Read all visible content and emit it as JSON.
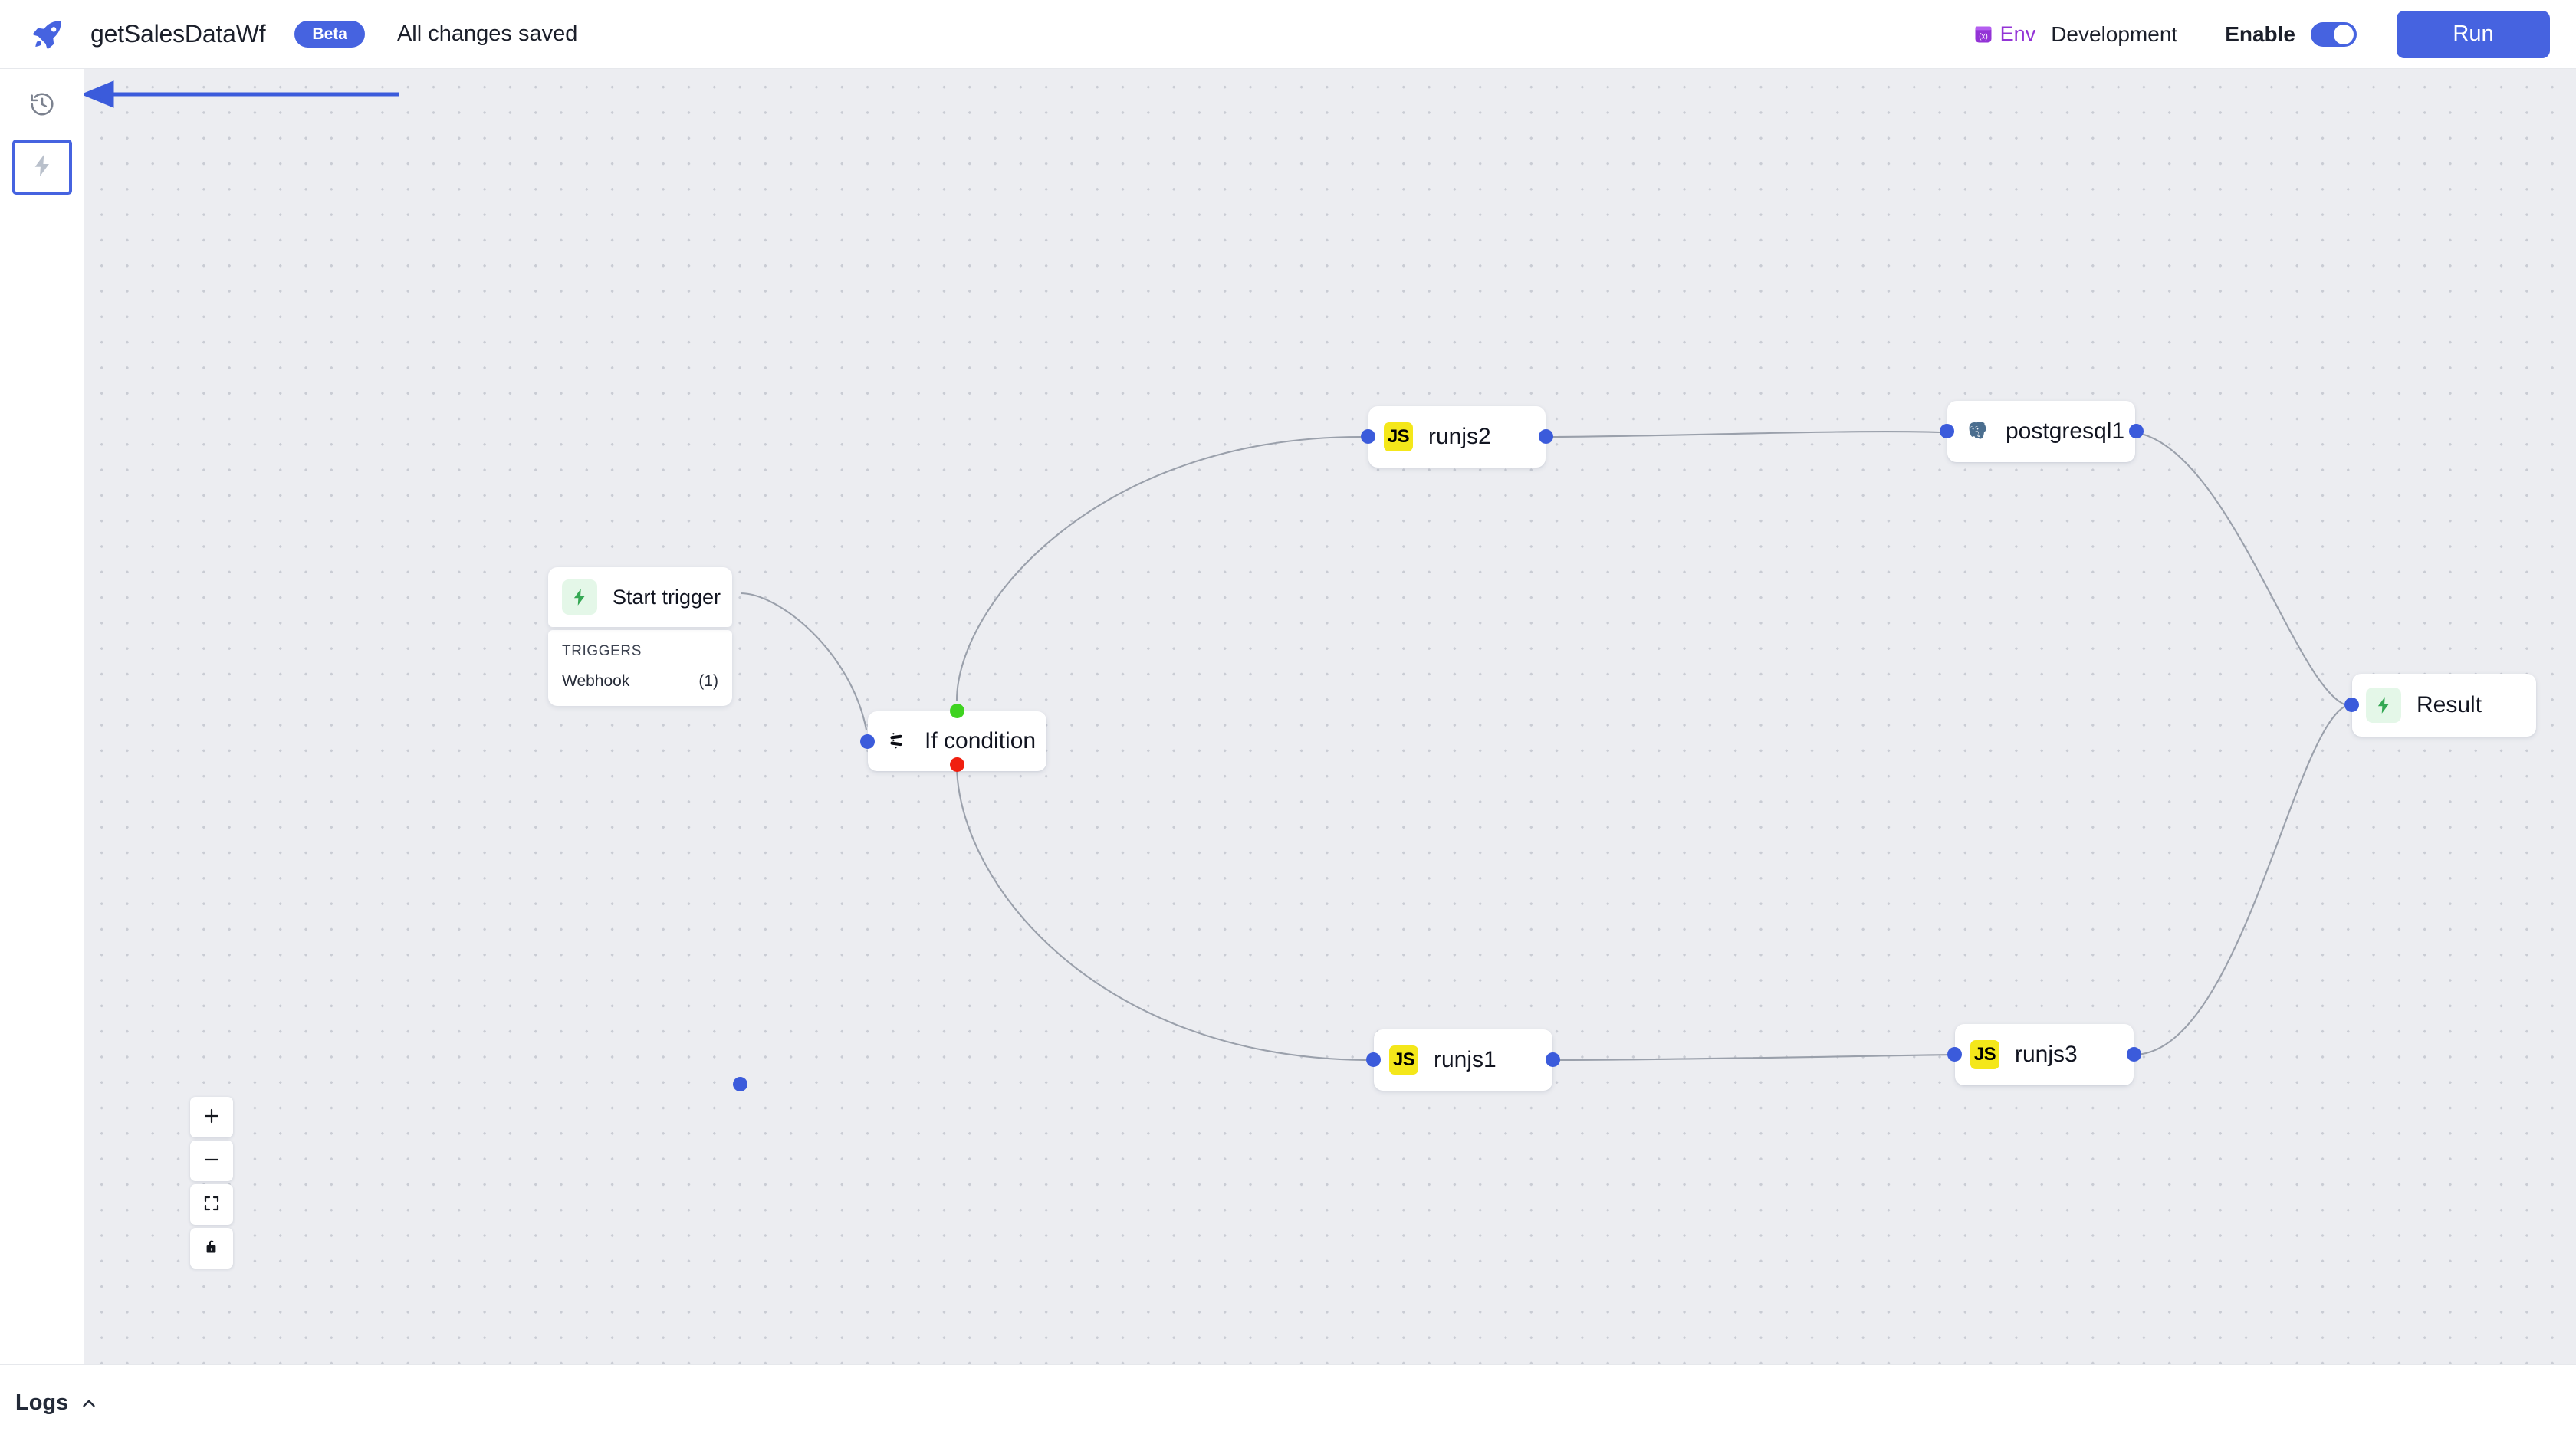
{
  "header": {
    "logo_icon": "rocket-icon",
    "workflow_title": "getSalesDataWf",
    "beta_badge": "Beta",
    "save_status": "All changes saved",
    "env_icon": "env-variable-icon",
    "env_label": "Env",
    "env_value": "Development",
    "enable_label": "Enable",
    "toggle_state": "on",
    "run_label": "Run",
    "accent_color": "#4663e0",
    "env_color": "#9333d6"
  },
  "sidebar": {
    "items": [
      {
        "name": "history",
        "icon": "history-clock-icon",
        "selected": false
      },
      {
        "name": "triggers",
        "icon": "lightning-bolt-icon",
        "selected": true
      }
    ]
  },
  "canvas": {
    "background_color": "#ecedf1",
    "grid": "dots",
    "annotation": {
      "type": "arrow",
      "direction": "left",
      "target": "triggers-sidebar-button"
    }
  },
  "nodes": [
    {
      "id": "start-trigger",
      "label": "Start trigger",
      "icon": "lightning-bolt-icon",
      "icon_color": "#34a853",
      "section_title": "TRIGGERS",
      "trigger_name": "Webhook",
      "trigger_count": "(1)"
    },
    {
      "id": "if-condition",
      "label": "If condition",
      "icon": "branch-condition-icon"
    },
    {
      "id": "runjs2",
      "label": "runjs2",
      "icon": "js-icon",
      "badge": "JS"
    },
    {
      "id": "postgresql1",
      "label": "postgresql1",
      "icon": "postgresql-elephant-icon"
    },
    {
      "id": "runjs1",
      "label": "runjs1",
      "icon": "js-icon",
      "badge": "JS"
    },
    {
      "id": "runjs3",
      "label": "runjs3",
      "icon": "js-icon",
      "badge": "JS"
    },
    {
      "id": "result",
      "label": "Result",
      "icon": "lightning-bolt-icon",
      "icon_color": "#34a853"
    }
  ],
  "zoom_controls": [
    {
      "name": "zoom-in",
      "icon": "plus-icon"
    },
    {
      "name": "zoom-out",
      "icon": "minus-icon"
    },
    {
      "name": "fit-view",
      "icon": "fit-screen-icon"
    },
    {
      "name": "lock-canvas",
      "icon": "unlocked-padlock-icon"
    }
  ],
  "logs": {
    "label": "Logs",
    "chevron": "chevron-up-icon"
  }
}
